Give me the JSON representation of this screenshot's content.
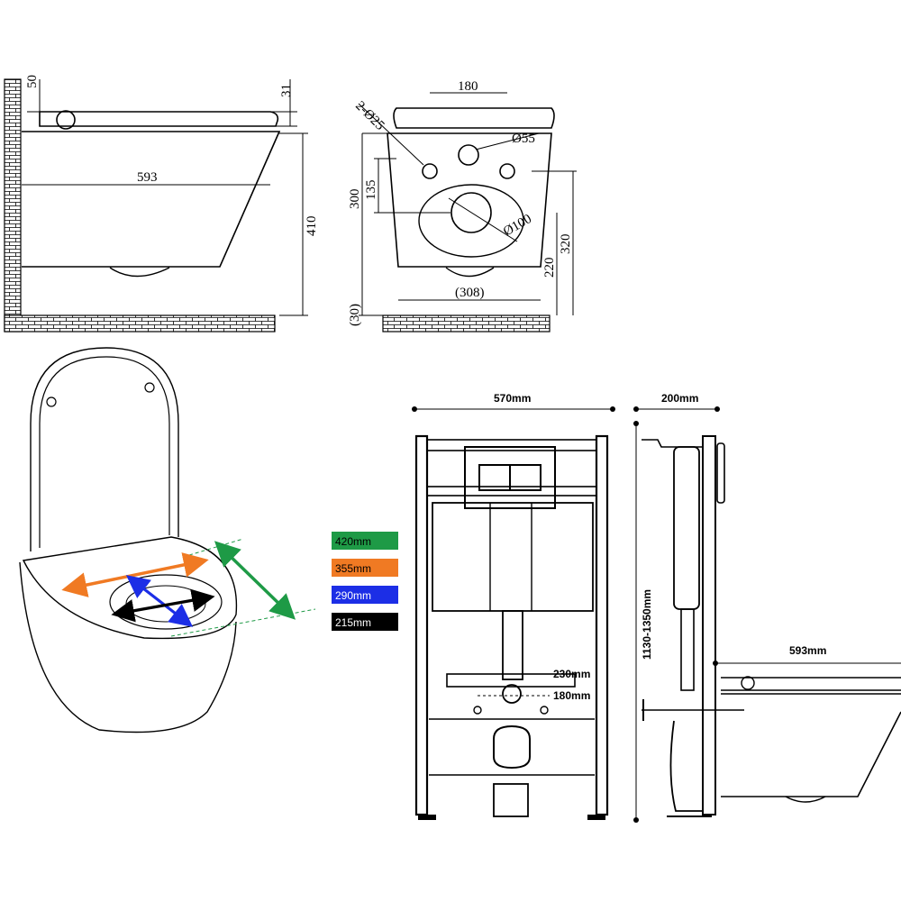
{
  "side_view": {
    "dim_50": "50",
    "dim_31": "31",
    "dim_593": "593",
    "dim_410": "410"
  },
  "front_view": {
    "dim_180": "180",
    "dim_2x25": "2-Ø25",
    "dim_55": "Ø55",
    "dim_300": "300",
    "dim_135": "135",
    "dim_100": "Ø100",
    "dim_320": "320",
    "dim_220": "220",
    "dim_308": "(308)",
    "dim_30": "(30)"
  },
  "legend": [
    {
      "label": "420mm",
      "color": "#1e9a46"
    },
    {
      "label": "355mm",
      "color": "#f07a23"
    },
    {
      "label": "290mm",
      "color": "#1c2ee6"
    },
    {
      "label": "215mm",
      "color": "#000000"
    }
  ],
  "frame_view": {
    "width": "570mm",
    "depth": "200mm",
    "height": "1130-1350mm",
    "bowl_length": "593mm",
    "dim_230": "230mm",
    "dim_180": "180mm"
  }
}
